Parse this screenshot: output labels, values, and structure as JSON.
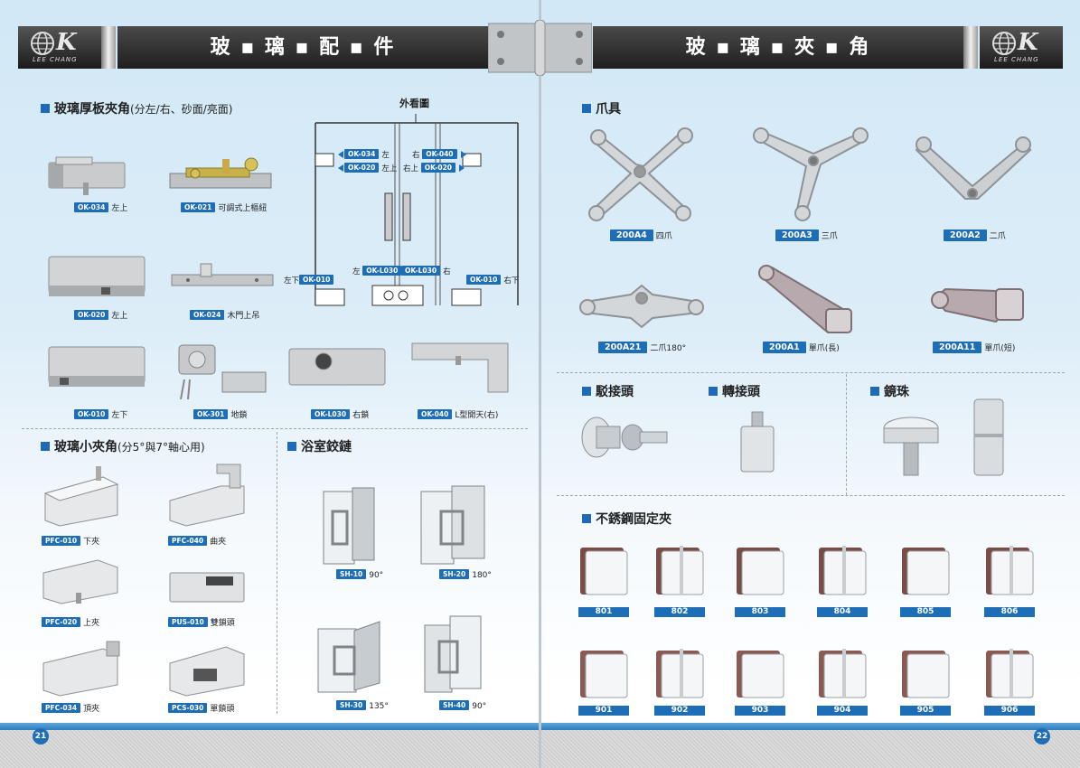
{
  "left_page": {
    "title": "玻 ▪ 璃 ▪ 配 ▪ 件",
    "logo_text": "LEE CHANG",
    "page_number": "21",
    "thick_section": {
      "title": "玻璃厚板夾角",
      "subtitle": "(分左/右、砂面/亮面)"
    },
    "thick_items": [
      {
        "code": "OK-034",
        "label": "左上"
      },
      {
        "code": "OK-021",
        "label": "可調式上樞紐"
      },
      {
        "code": "OK-020",
        "label": "左上"
      },
      {
        "code": "OK-024",
        "label": "木門上吊"
      },
      {
        "code": "OK-010",
        "label": "左下"
      },
      {
        "code": "OK-301",
        "label": "地鎖"
      },
      {
        "code": "OK-L030",
        "label": "右鎖"
      },
      {
        "code": "OK-040",
        "label": "L型開天(右)"
      }
    ],
    "door_diagram": {
      "title": "外看圖",
      "labels": [
        {
          "code": "OK-034",
          "pre": "",
          "post": "左"
        },
        {
          "code": "OK-020",
          "pre": "",
          "post": "左上"
        },
        {
          "code": "OK-040",
          "pre": "右",
          "post": ""
        },
        {
          "code": "OK-020",
          "pre": "右上",
          "post": ""
        },
        {
          "code": "OK-010",
          "pre": "左下",
          "post": ""
        },
        {
          "code": "OK-L030",
          "pre": "左",
          "post": ""
        },
        {
          "code": "OK-L030",
          "pre": "",
          "post": "右"
        },
        {
          "code": "OK-010",
          "pre": "",
          "post": "右下"
        }
      ]
    },
    "small_section": {
      "title": "玻璃小夾角",
      "subtitle": "(分5°與7°軸心用)"
    },
    "small_items": [
      {
        "code": "PFC-010",
        "label": "下夾"
      },
      {
        "code": "PFC-040",
        "label": "曲夾"
      },
      {
        "code": "PFC-020",
        "label": "上夾"
      },
      {
        "code": "PUS-010",
        "label": "雙鎖頭"
      },
      {
        "code": "PFC-034",
        "label": "頂夾"
      },
      {
        "code": "PCS-030",
        "label": "單鎖頭"
      }
    ],
    "hinge_section": {
      "title": "浴室鉸鏈"
    },
    "hinge_items": [
      {
        "code": "SH-10",
        "label": "90°"
      },
      {
        "code": "SH-20",
        "label": "180°"
      },
      {
        "code": "SH-30",
        "label": "135°"
      },
      {
        "code": "SH-40",
        "label": "90°"
      }
    ]
  },
  "right_page": {
    "title": "玻 ▪ 璃 ▪ 夾 ▪ 角",
    "logo_text": "LEE CHANG",
    "page_number": "22",
    "spider_section": {
      "title": "爪具"
    },
    "spider_items": [
      {
        "code": "200A4",
        "label": "四爪"
      },
      {
        "code": "200A3",
        "label": "三爪"
      },
      {
        "code": "200A2",
        "label": "二爪"
      },
      {
        "code": "200A21",
        "label": "二爪180°"
      },
      {
        "code": "200A1",
        "label": "單爪(長)"
      },
      {
        "code": "200A11",
        "label": "單爪(短)"
      }
    ],
    "connector_section": {
      "title": "駁接頭"
    },
    "swivel_section": {
      "title": "轉接頭"
    },
    "mirror_section": {
      "title": "鏡珠"
    },
    "clamp_section": {
      "title": "不銹鋼固定夾"
    },
    "clamp_codes_row1": [
      "801",
      "802",
      "803",
      "804",
      "805",
      "806"
    ],
    "clamp_codes_row2": [
      "901",
      "902",
      "903",
      "904",
      "905",
      "906"
    ]
  }
}
